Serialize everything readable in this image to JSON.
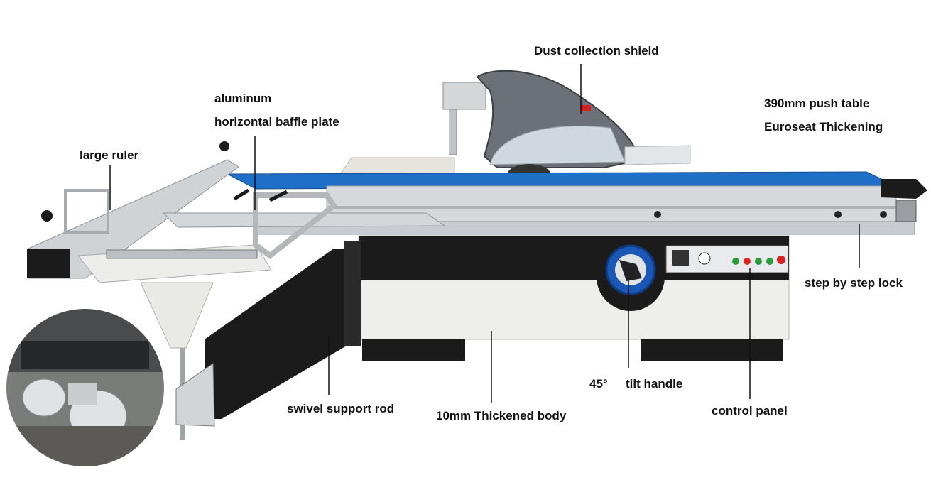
{
  "labels": {
    "dust_collection_shield": "Dust collection shield",
    "aluminum": "aluminum",
    "horizontal_baffle_plate": "horizontal baffle plate",
    "push_table": "390mm push table",
    "euroseat": "Euroseat Thickening",
    "large_ruler": "large ruler",
    "step_lock": "step by step lock",
    "tilt_angle": "45°",
    "tilt_handle": "tilt handle",
    "swivel_support_rod": "swivel support rod",
    "thickened_body": "10mm Thickened body",
    "control_panel": "control panel"
  },
  "colors": {
    "table_blue": "#1f6fc9",
    "body_white": "#eeeeec",
    "steel": "#c9ccd0",
    "dark": "#1b1b1b",
    "shield_gray": "#6c7178",
    "wheel_blue": "#1b58b5",
    "motor_white": "#dfe3e6"
  }
}
